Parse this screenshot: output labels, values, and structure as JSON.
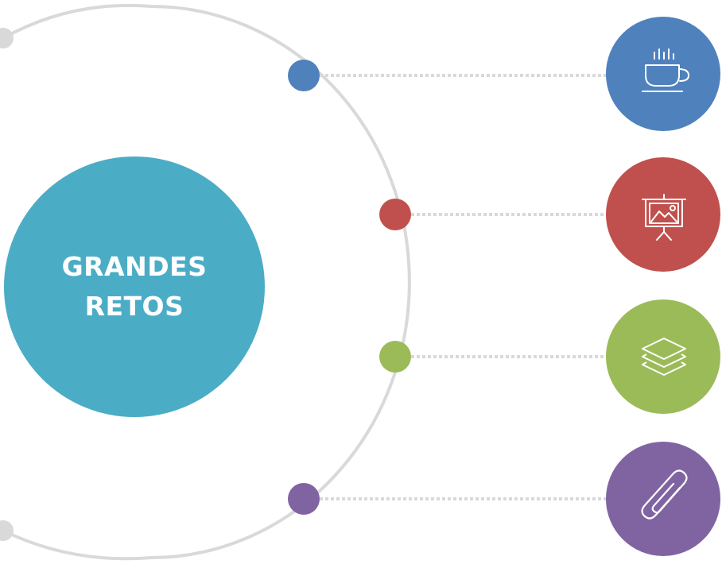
{
  "center": {
    "line1": "GRANDES",
    "line2": "RETOS",
    "color": "#4BACC6"
  },
  "colors": {
    "arc": "#D9D9D9",
    "connector": "#D9D9D9"
  },
  "items": [
    {
      "name": "item-1",
      "icon": "coffee-cup-icon",
      "color": "#4F81BD"
    },
    {
      "name": "item-2",
      "icon": "presentation-board-icon",
      "color": "#C0504D"
    },
    {
      "name": "item-3",
      "icon": "layers-icon",
      "color": "#9BBB59"
    },
    {
      "name": "item-4",
      "icon": "paperclip-icon",
      "color": "#8064A2"
    }
  ]
}
